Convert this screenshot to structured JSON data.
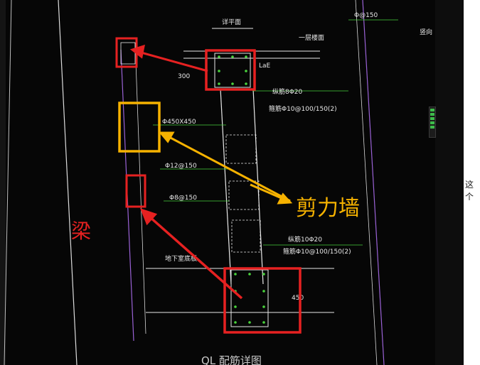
{
  "annotations": {
    "beam_label": "梁",
    "shear_wall_label": "剪力墙",
    "side_note": "这个"
  },
  "drawing": {
    "top_width_label": "详平面",
    "slab_label": "一层楼面",
    "anchor_label": "LaE",
    "top_dim": "300",
    "column_size": "Φ450X450",
    "bar_spacing_1": "Φ12@150",
    "bar_spacing_2": "Φ8@150",
    "top_rebar_1": "纵筋8Φ20",
    "top_rebar_2": "箍筋Φ10@100/150(2)",
    "bottom_rebar_1": "纵筋10Φ20",
    "bottom_rebar_2": "箍筋Φ10@100/150(2)",
    "floor_label": "地下室底板",
    "bottom_dim": "450",
    "right_top_label": "Φ@150",
    "right_label": "竖向",
    "caption": "QL 配筋详图"
  },
  "colors": {
    "red": "#e62121",
    "orange": "#f6b200",
    "cad_white": "#e8e8e8",
    "cad_green": "#49d33c",
    "cad_purple": "#9a62d6"
  }
}
